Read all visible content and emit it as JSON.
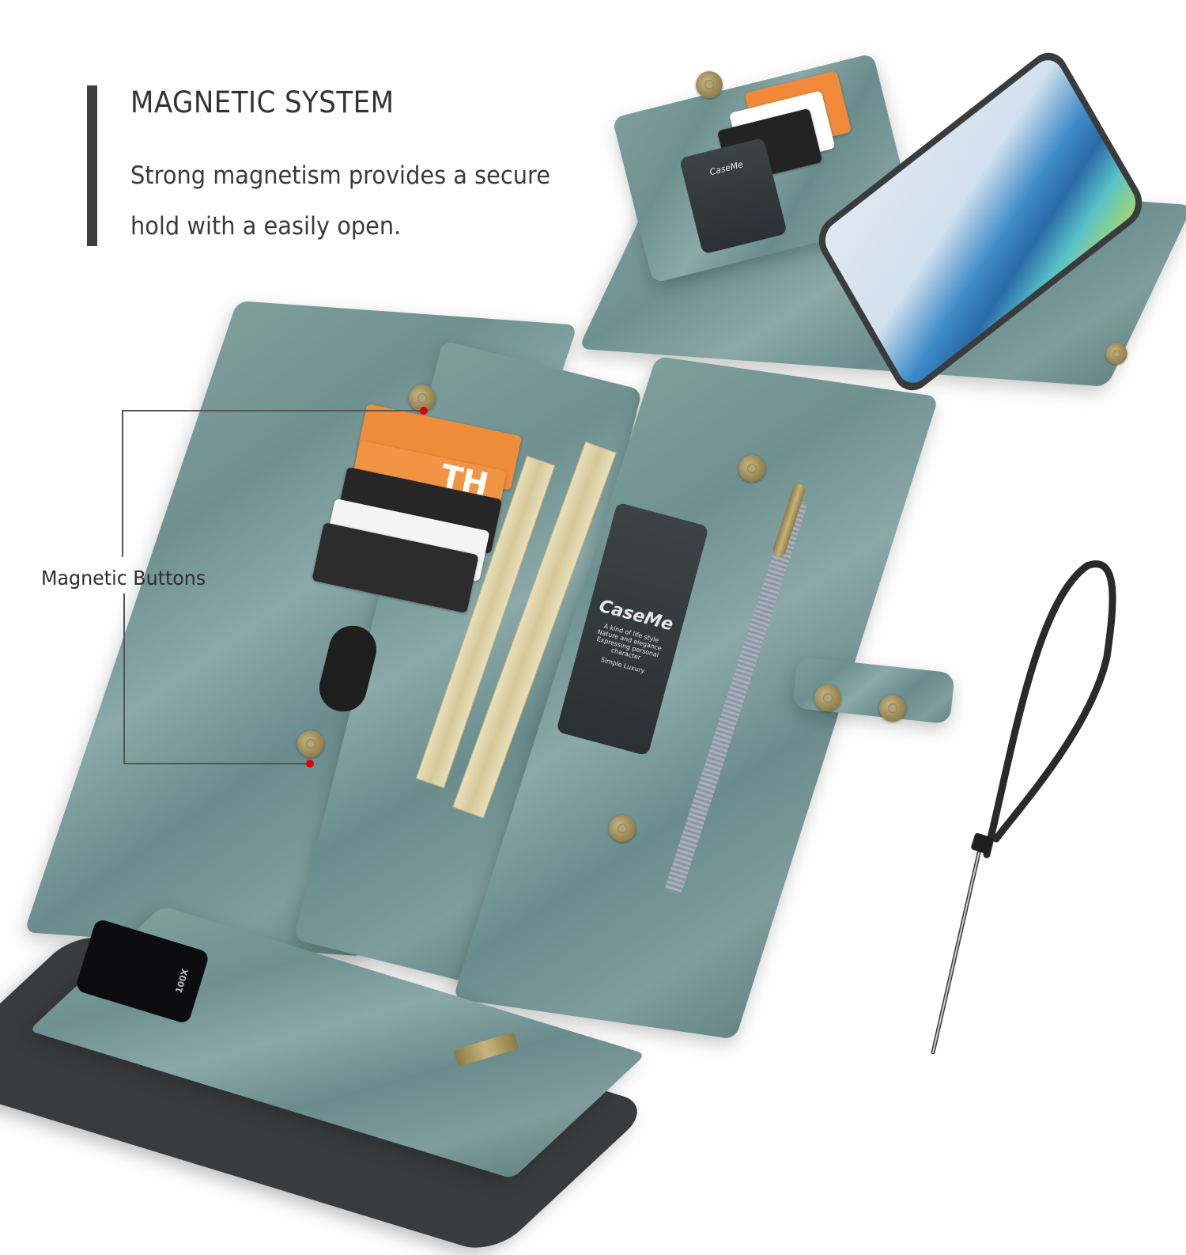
{
  "header": {
    "title": "MAGNETIC SYSTEM",
    "description_line1": "Strong magnetism provides a secure",
    "description_line2": "hold with a easily open."
  },
  "callout": {
    "label": "Magnetic Buttons",
    "points": 2,
    "dot_color": "#e00000",
    "line_color": "#555555"
  },
  "product": {
    "brand_window": {
      "brand": "CaseMe",
      "lines": [
        "A kind of life style",
        "Nature and elegance",
        "Expressing personal character"
      ],
      "tagline": "Simple Luxury"
    },
    "leather_color": "#7a9a99",
    "hardware_color": "#a38f5a",
    "card_labels": [
      "TH"
    ],
    "camera_label": "100X",
    "components": [
      "detachable-phone-case",
      "wallet",
      "wrist-strap",
      "open-wallet-with-phone"
    ]
  }
}
